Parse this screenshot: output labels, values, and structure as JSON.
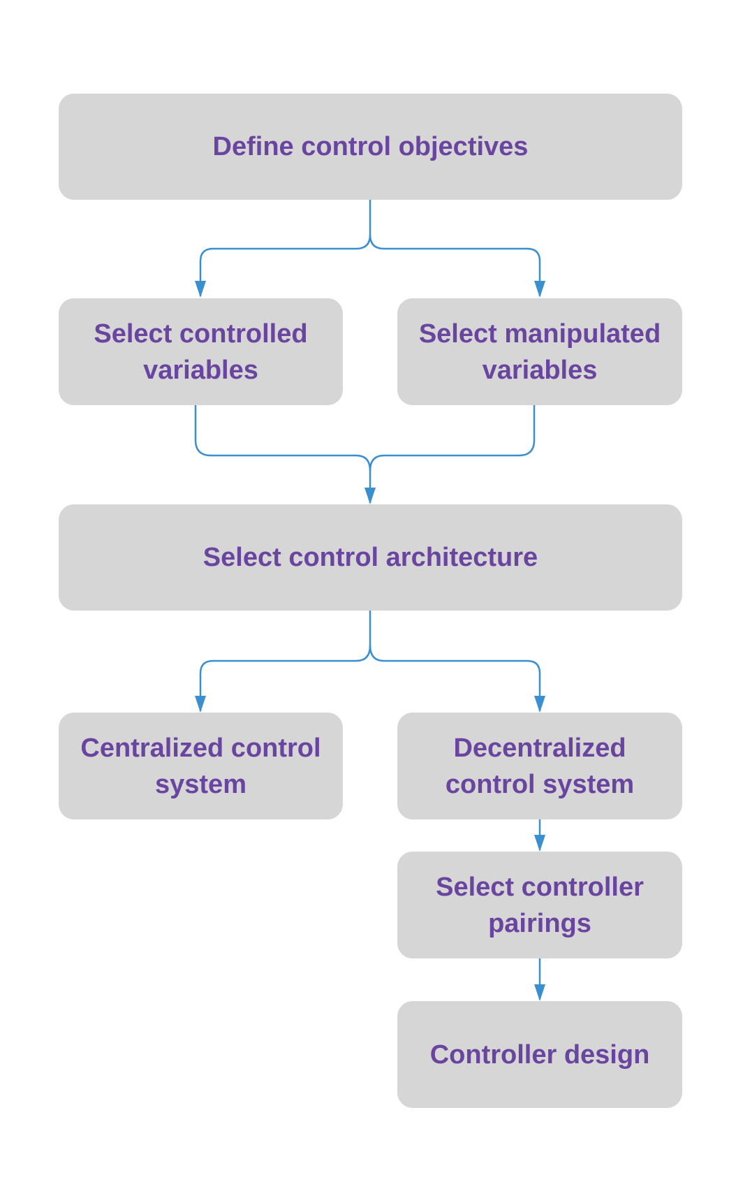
{
  "diagram": {
    "colors": {
      "box_fill": "#d6d6d6",
      "text": "#6a45a0",
      "connector": "#3a8fce",
      "background": "#ffffff"
    },
    "nodes": {
      "define_objectives": "Define control objectives",
      "controlled_variables_line1": "Select controlled",
      "controlled_variables_line2": "variables",
      "manipulated_variables_line1": "Select manipulated",
      "manipulated_variables_line2": "variables",
      "control_architecture": "Select control architecture",
      "centralized_line1": "Centralized control",
      "centralized_line2": "system",
      "decentralized_line1": "Decentralized",
      "decentralized_line2": "control system",
      "controller_pairings_line1": "Select controller",
      "controller_pairings_line2": "pairings",
      "controller_design": "Controller design"
    },
    "edges": [
      {
        "from": "define_objectives",
        "to": "controlled_variables"
      },
      {
        "from": "define_objectives",
        "to": "manipulated_variables"
      },
      {
        "from": "controlled_variables",
        "to": "control_architecture"
      },
      {
        "from": "manipulated_variables",
        "to": "control_architecture"
      },
      {
        "from": "control_architecture",
        "to": "centralized"
      },
      {
        "from": "control_architecture",
        "to": "decentralized"
      },
      {
        "from": "decentralized",
        "to": "controller_pairings"
      },
      {
        "from": "controller_pairings",
        "to": "controller_design"
      }
    ]
  }
}
